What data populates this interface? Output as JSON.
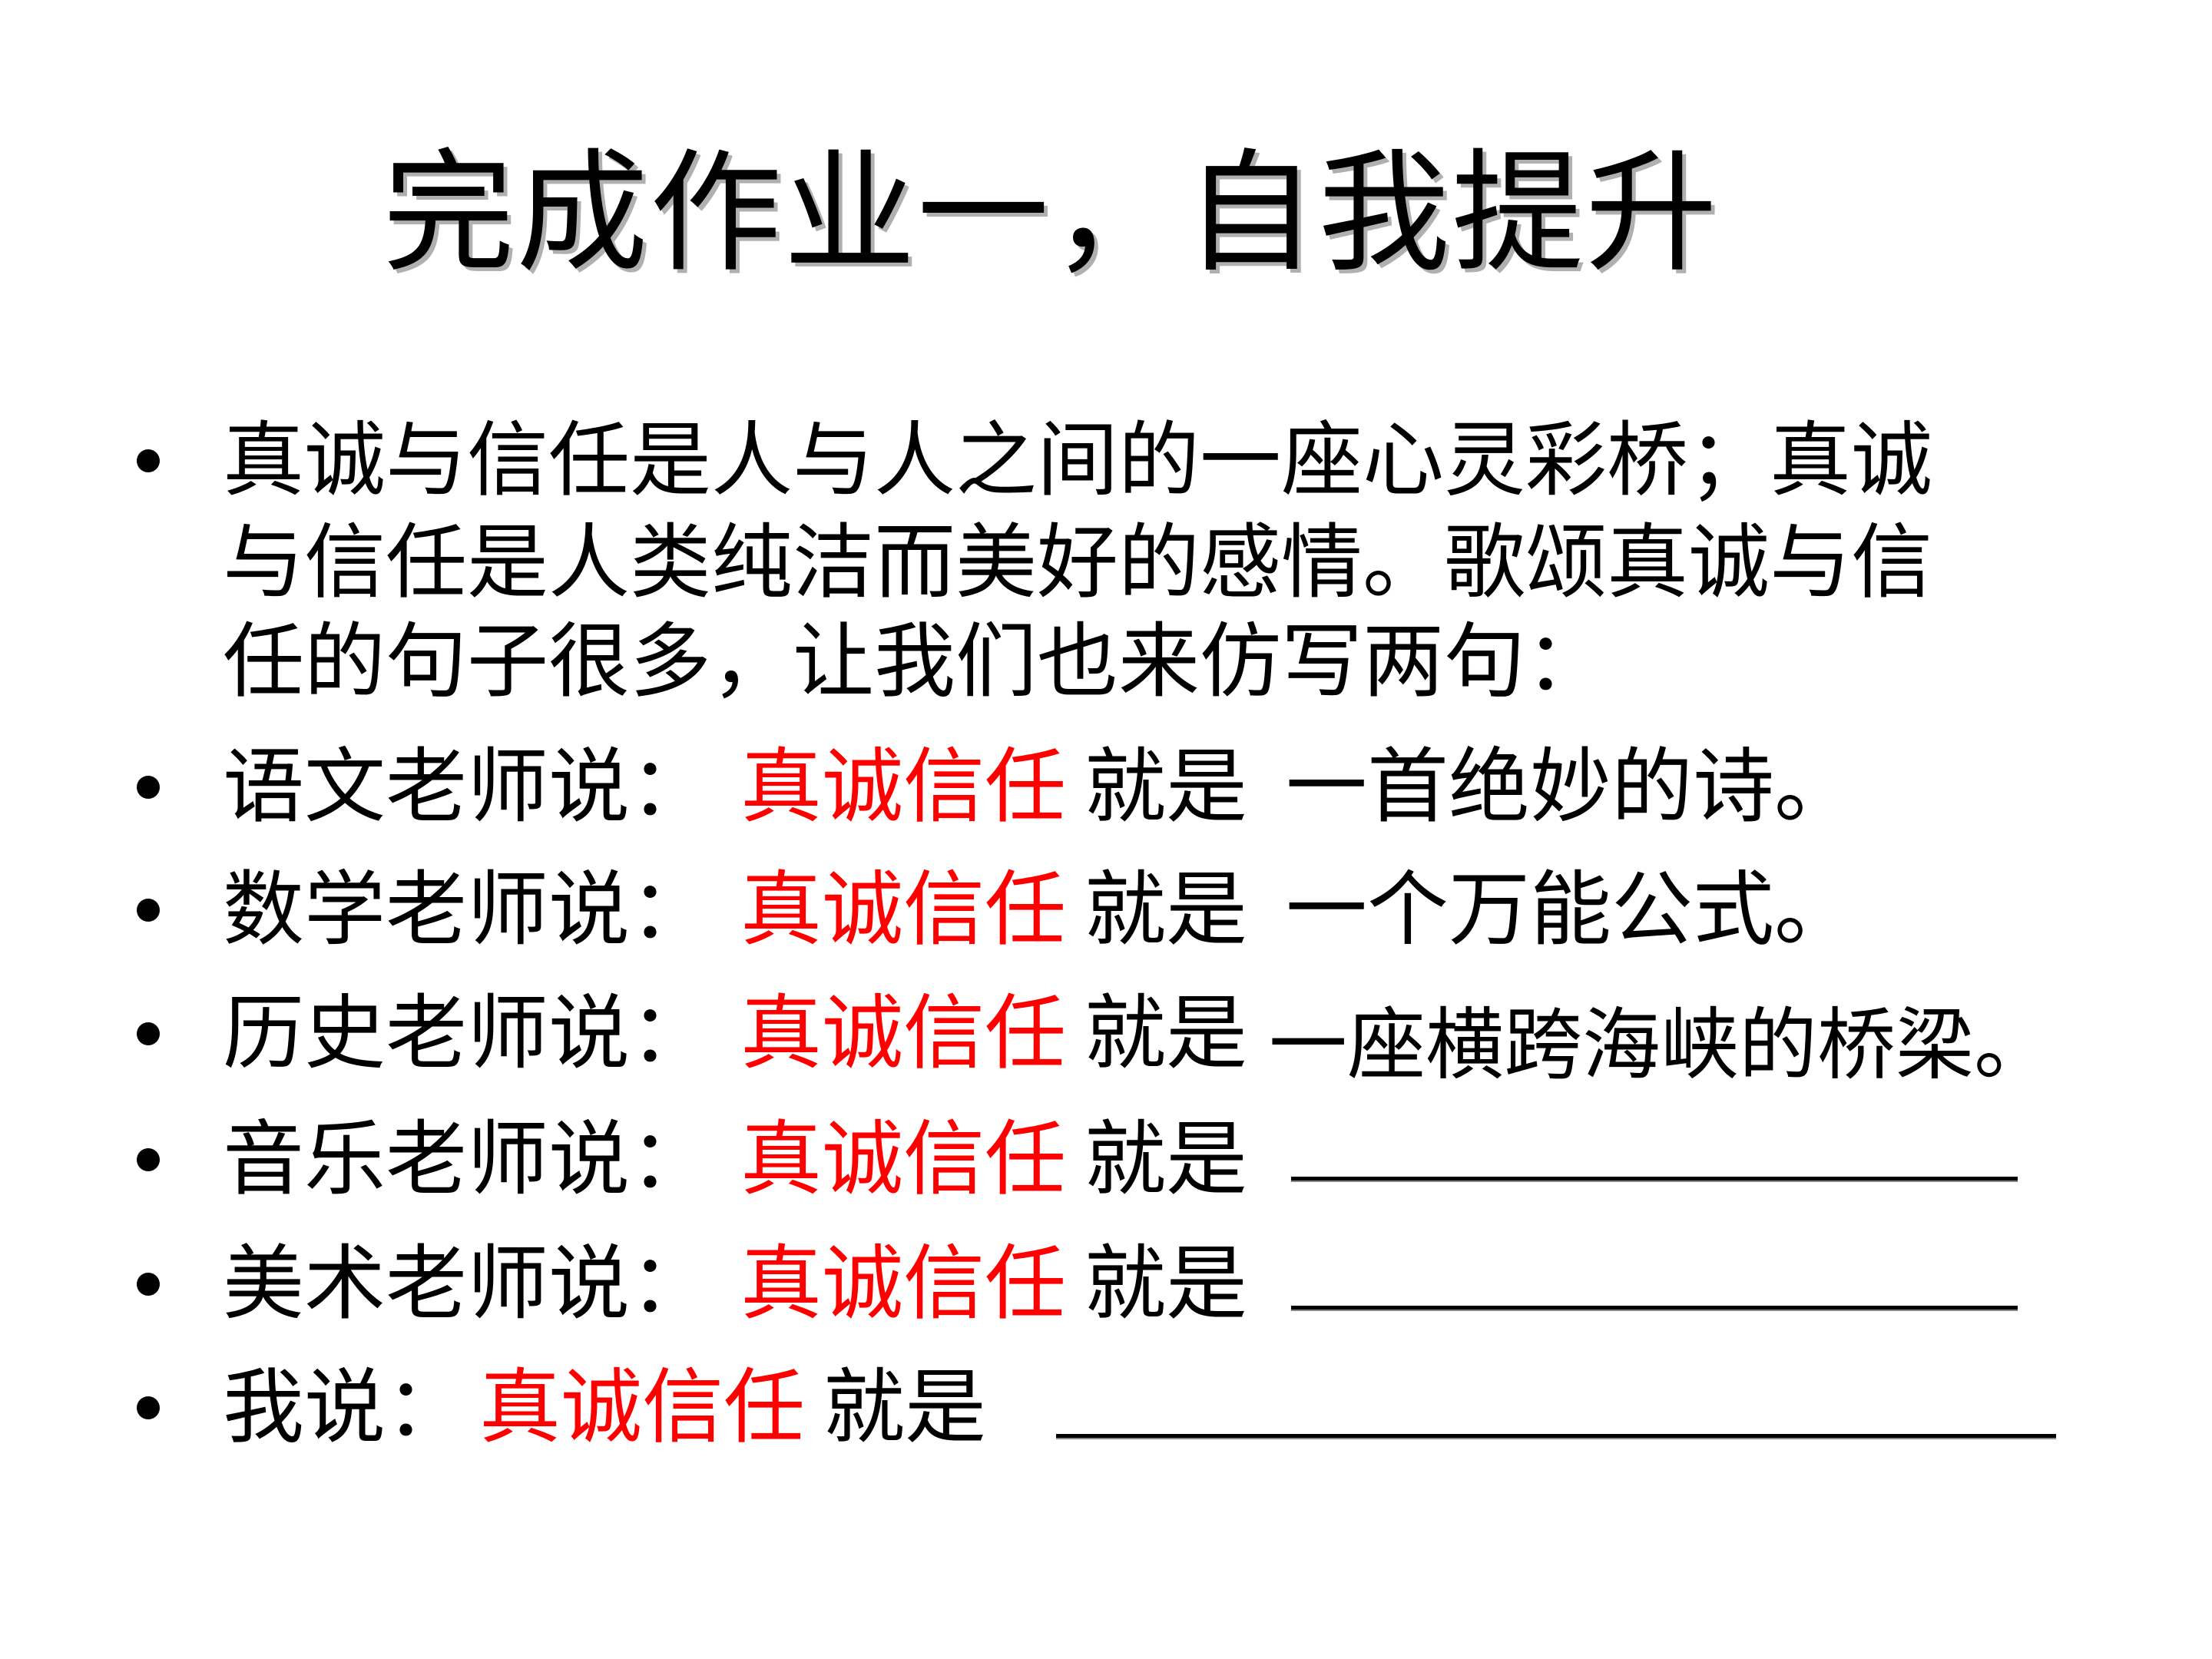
{
  "slide": {
    "title": "完成作业一，自我提升",
    "intro": {
      "lines": [
        "真诚与信任是人与人之间的一座心灵彩桥；真诚",
        "与信任是人类纯洁而美好的感情。歌颂真诚与信",
        "任的句子很多，让我们也来仿写两句："
      ]
    },
    "items": [
      {
        "speaker": "语文老师说：",
        "keyword": "真诚信任",
        "verb": "就是",
        "completion": "一首绝妙的诗。"
      },
      {
        "speaker": "数学老师说：",
        "keyword": "真诚信任",
        "verb": "就是",
        "completion": "一个万能公式。"
      },
      {
        "speaker": "历史老师说：",
        "keyword": "真诚信任",
        "verb": "就是",
        "completion": "一座横跨海峡的桥梁。"
      },
      {
        "speaker": "音乐老师说：",
        "keyword": "真诚信任",
        "verb": "就是",
        "completion": ""
      },
      {
        "speaker": "美术老师说：",
        "keyword": "真诚信任",
        "verb": "就是",
        "completion": ""
      },
      {
        "speaker": "我说：",
        "keyword": "真诚信任",
        "verb": "就是",
        "completion": ""
      }
    ],
    "colors": {
      "text": "#000000",
      "highlight": "#ff0000",
      "background": "#ffffff"
    }
  }
}
